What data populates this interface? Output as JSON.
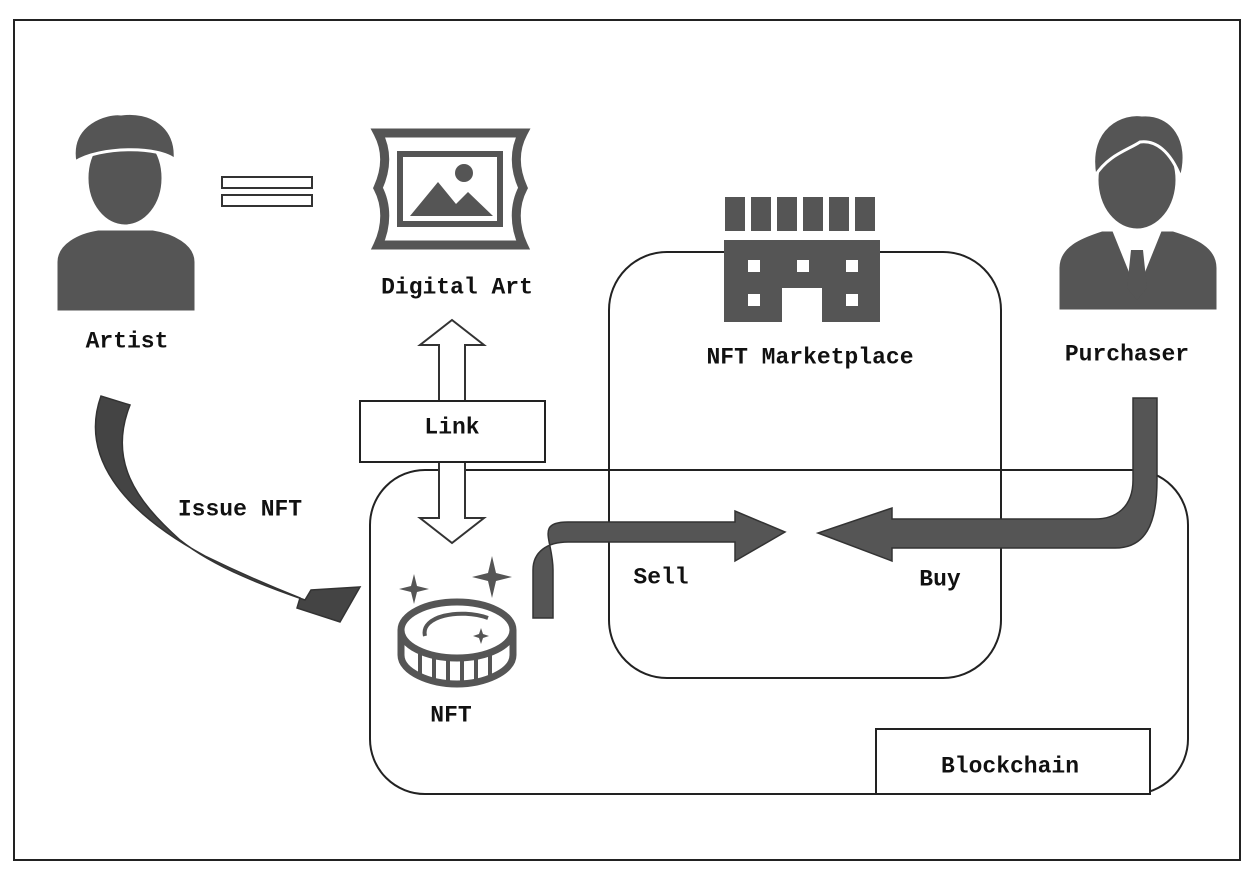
{
  "labels": {
    "artist": "Artist",
    "digital_art": "Digital Art",
    "link": "Link",
    "issue_nft": "Issue NFT",
    "nft": "NFT",
    "nft_marketplace": "NFT Marketplace",
    "purchaser": "Purchaser",
    "sell": "Sell",
    "buy": "Buy",
    "blockchain": "Blockchain"
  },
  "colors": {
    "icon_fill": "#555555",
    "arrow_fill": "#4a4a4a",
    "stroke": "#222222",
    "background": "#ffffff"
  }
}
